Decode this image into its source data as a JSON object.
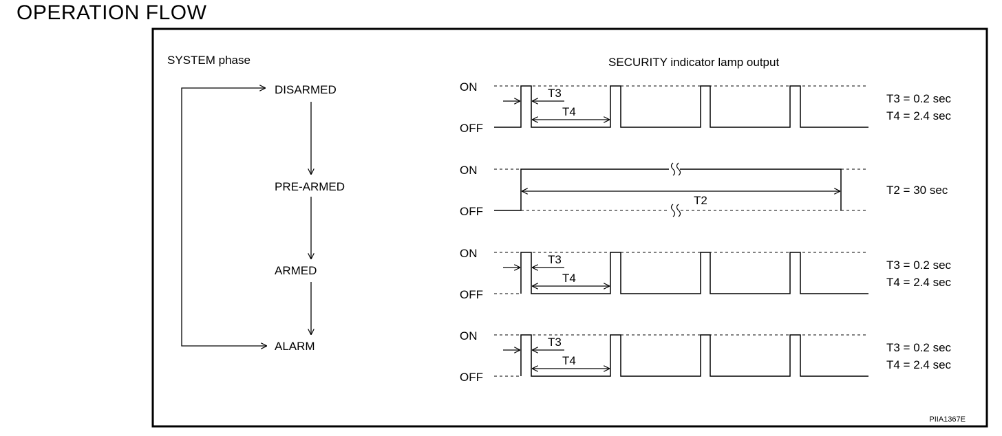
{
  "page_title": "OPERATION FLOW",
  "system": {
    "heading": "SYSTEM phase",
    "phases": [
      "DISARMED",
      "PRE-ARMED",
      "ARMED",
      "ALARM"
    ]
  },
  "lamp": {
    "heading": "SECURITY indicator lamp output",
    "on_label": "ON",
    "off_label": "OFF"
  },
  "rows": [
    {
      "phase": "DISARMED",
      "pattern": "blink",
      "timing_labels": [
        "T3",
        "T4"
      ],
      "notes": [
        "T3 = 0.2 sec",
        "T4 = 2.4 sec"
      ]
    },
    {
      "phase": "PRE-ARMED",
      "pattern": "steady-on",
      "timing_labels": [
        "T2"
      ],
      "notes": [
        "T2 = 30 sec"
      ]
    },
    {
      "phase": "ARMED",
      "pattern": "blink",
      "timing_labels": [
        "T3",
        "T4"
      ],
      "notes": [
        "T3 = 0.2 sec",
        "T4 = 2.4 sec"
      ]
    },
    {
      "phase": "ALARM",
      "pattern": "blink",
      "timing_labels": [
        "T3",
        "T4"
      ],
      "notes": [
        "T3 = 0.2 sec",
        "T4 = 2.4 sec"
      ]
    }
  ],
  "figure_id": "PIIA1367E"
}
